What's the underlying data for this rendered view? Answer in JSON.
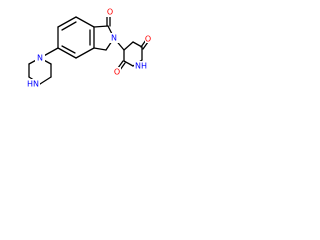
{
  "colors": {
    "bond": "#000000",
    "oxygen": "#ff0000",
    "nitrogen": "#0000ff",
    "background": "#ffffff"
  },
  "atoms": {
    "o_lactam": "O",
    "o_imide_1": "O",
    "o_imide_2": "O",
    "n_lactam": "N",
    "n_imide": "NH",
    "n_piperazine_aryl": "N",
    "n_piperazine_h": "HN"
  }
}
